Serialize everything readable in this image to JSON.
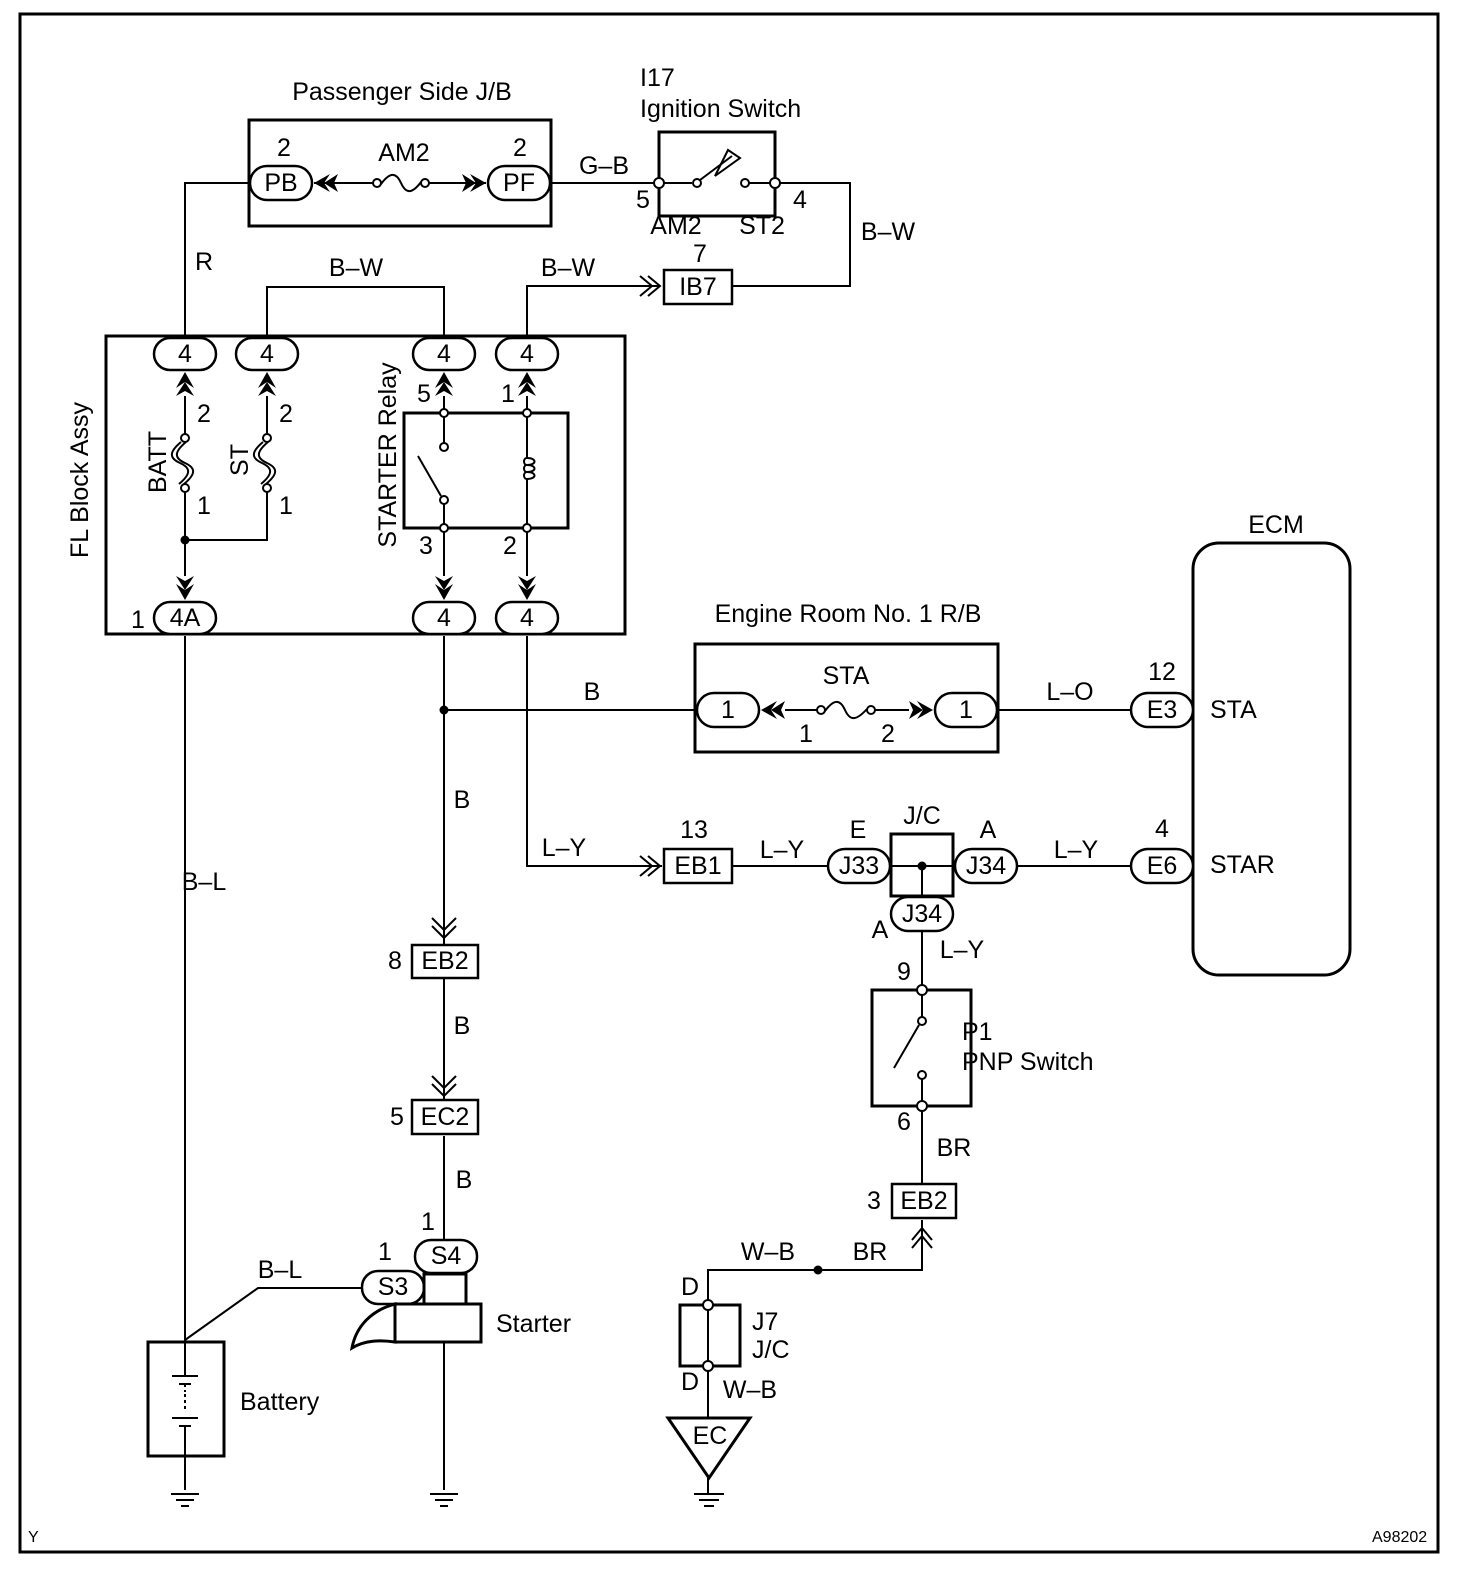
{
  "components": {
    "passenger_jb": "Passenger Side J/B",
    "ignition_id": "I17",
    "ignition_name": "Ignition Switch",
    "fl_block": "FL Block Assy",
    "starter_relay": "STARTER Relay",
    "engine_rb": "Engine Room No. 1 R/B",
    "ecm": "ECM",
    "jc": "J/C",
    "pnp_id": "P1",
    "pnp_name": "PNP Switch",
    "j7_id": "J7",
    "j7_name": "J/C",
    "ec": "EC",
    "starter": "Starter",
    "battery": "Battery"
  },
  "fuses": {
    "am2": "AM2",
    "batt": "BATT",
    "st": "ST",
    "sta": "STA"
  },
  "terminals": {
    "pb": "PB",
    "pf": "PF",
    "am2": "AM2",
    "st2": "ST2",
    "ib7": "IB7",
    "eb1": "EB1",
    "eb2": "EB2",
    "ec2": "EC2",
    "e3": "E3",
    "e6": "E6",
    "sta": "STA",
    "star": "STAR",
    "j33": "J33",
    "j34": "J34",
    "s3": "S3",
    "s4": "S4",
    "four": "4",
    "four_a": "4A",
    "one": "1"
  },
  "wires": {
    "r": "R",
    "gb": "G–B",
    "bw": "B–W",
    "b": "B",
    "bl": "B–L",
    "lo": "L–O",
    "ly": "L–Y",
    "br": "BR",
    "wb": "W–B"
  },
  "pins": {
    "n1": "1",
    "n2": "2",
    "n3": "3",
    "n4": "4",
    "n5": "5",
    "n6": "6",
    "n7": "7",
    "n8": "8",
    "n9": "9",
    "n12": "12",
    "n13": "13",
    "a": "A",
    "e": "E",
    "d": "D"
  },
  "corner": {
    "left": "Y",
    "right": "A98202"
  }
}
